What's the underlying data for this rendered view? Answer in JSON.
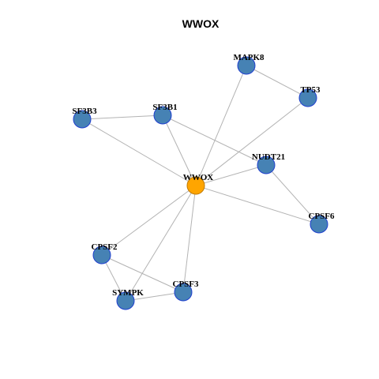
{
  "title": "WWOX",
  "colors": {
    "node_fill": "#4682b4",
    "node_stroke": "#1f3fcf",
    "center_fill": "#ffa500",
    "center_stroke": "#c07a00",
    "edge": "#b3b3b3"
  },
  "nodes": [
    {
      "id": "WWOX",
      "label": "WWOX",
      "center": true
    },
    {
      "id": "MAPK8",
      "label": "MAPK8"
    },
    {
      "id": "TP53",
      "label": "TP53"
    },
    {
      "id": "SF3B3",
      "label": "SF3B3"
    },
    {
      "id": "SF3B1",
      "label": "SF3B1"
    },
    {
      "id": "NUDT21",
      "label": "NUDT21"
    },
    {
      "id": "CPSF6",
      "label": "CPSF6"
    },
    {
      "id": "CPSF2",
      "label": "CPSF2"
    },
    {
      "id": "CPSF3",
      "label": "CPSF3"
    },
    {
      "id": "SYMPK",
      "label": "SYMPK"
    }
  ],
  "edges": [
    [
      "MAPK8",
      "TP53"
    ],
    [
      "MAPK8",
      "WWOX"
    ],
    [
      "TP53",
      "WWOX"
    ],
    [
      "SF3B3",
      "SF3B1"
    ],
    [
      "SF3B3",
      "WWOX"
    ],
    [
      "SF3B1",
      "WWOX"
    ],
    [
      "SF3B1",
      "NUDT21"
    ],
    [
      "NUDT21",
      "WWOX"
    ],
    [
      "NUDT21",
      "CPSF6"
    ],
    [
      "WWOX",
      "CPSF6"
    ],
    [
      "WWOX",
      "CPSF2"
    ],
    [
      "WWOX",
      "SYMPK"
    ],
    [
      "WWOX",
      "CPSF3"
    ],
    [
      "CPSF2",
      "SYMPK"
    ],
    [
      "CPSF2",
      "CPSF3"
    ],
    [
      "SYMPK",
      "CPSF3"
    ]
  ]
}
